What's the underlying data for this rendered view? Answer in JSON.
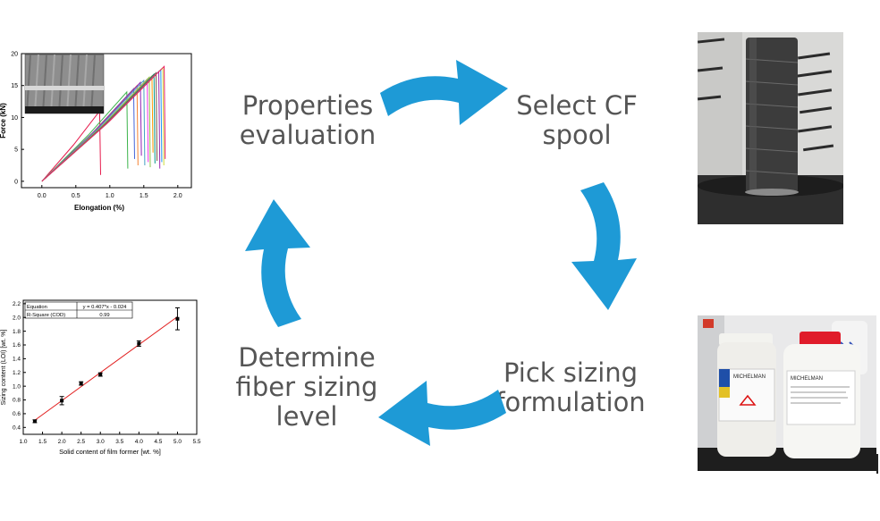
{
  "steps": {
    "properties_evaluation": [
      "Properties",
      "evaluation"
    ],
    "select_cf_spool": [
      "Select CF",
      "spool"
    ],
    "pick_sizing": [
      "Pick sizing",
      "formulation"
    ],
    "determine_level": [
      "Determine",
      "fiber sizing",
      "level"
    ]
  },
  "colors": {
    "arrow": "#1e9ad6",
    "step_text": "#555555",
    "fit_line": "#e11d1d"
  },
  "icons": [
    "curved-arrow-icon"
  ],
  "photos": {
    "bottle_label_left": "MICHELMAN",
    "bottle_label_right": "MICHELMAN"
  },
  "chart_data": [
    {
      "type": "line",
      "title": "",
      "xlabel": "Elongation (%)",
      "ylabel": "Force (kN)",
      "xlim": [
        -0.3,
        2.2
      ],
      "ylim": [
        -1,
        20
      ],
      "x_ticks": [
        "0.0",
        "0.5",
        "1.0",
        "1.5",
        "2.0"
      ],
      "y_ticks": [
        "0",
        "5",
        "10",
        "15",
        "20"
      ],
      "grid": false,
      "inset": "SEM micrograph (top-left)",
      "series_summary": "about 15 overlaid tensile curves rising linearly from (0,0) to peak force 13-18 kN at 1.2-1.8 % elongation, then dropping",
      "series": [
        {
          "name": "",
          "peak_x": 0.85,
          "peak_y": 11.0,
          "drop_y": 1.0
        },
        {
          "name": "",
          "peak_x": 1.25,
          "peak_y": 14.0,
          "drop_y": 2.0
        },
        {
          "name": "",
          "peak_x": 1.35,
          "peak_y": 14.5,
          "drop_y": 3.5
        },
        {
          "name": "",
          "peak_x": 1.4,
          "peak_y": 15.0,
          "drop_y": 2.5
        },
        {
          "name": "",
          "peak_x": 1.45,
          "peak_y": 15.5,
          "drop_y": 4.0
        },
        {
          "name": "",
          "peak_x": 1.5,
          "peak_y": 15.8,
          "drop_y": 2.5
        },
        {
          "name": "",
          "peak_x": 1.55,
          "peak_y": 16.0,
          "drop_y": 3.0
        },
        {
          "name": "",
          "peak_x": 1.58,
          "peak_y": 16.3,
          "drop_y": 2.2
        },
        {
          "name": "",
          "peak_x": 1.62,
          "peak_y": 16.5,
          "drop_y": 4.5
        },
        {
          "name": "",
          "peak_x": 1.65,
          "peak_y": 16.8,
          "drop_y": 2.8
        },
        {
          "name": "",
          "peak_x": 1.68,
          "peak_y": 17.0,
          "drop_y": 3.2
        },
        {
          "name": "",
          "peak_x": 1.72,
          "peak_y": 17.2,
          "drop_y": 2.0
        },
        {
          "name": "",
          "peak_x": 1.75,
          "peak_y": 17.5,
          "drop_y": 3.0
        },
        {
          "name": "",
          "peak_x": 1.78,
          "peak_y": 17.8,
          "drop_y": 2.5
        },
        {
          "name": "",
          "peak_x": 1.8,
          "peak_y": 18.0,
          "drop_y": 3.5
        }
      ]
    },
    {
      "type": "scatter",
      "title": "",
      "xlabel": "Solid content of film former [wt. %]",
      "ylabel": "Sizing content (LOI) [wt. %]",
      "xlim": [
        1.0,
        5.5
      ],
      "ylim": [
        0.3,
        2.25
      ],
      "x_ticks": [
        "1.0",
        "1.5",
        "2.0",
        "2.5",
        "3.0",
        "3.5",
        "4.0",
        "4.5",
        "5.0",
        "5.5"
      ],
      "y_ticks": [
        "0.4",
        "0.6",
        "0.8",
        "1.0",
        "1.2",
        "1.4",
        "1.6",
        "1.8",
        "2.0",
        "2.2"
      ],
      "grid": false,
      "points": [
        {
          "x": 1.3,
          "y": 0.49,
          "err": 0.02
        },
        {
          "x": 2.0,
          "y": 0.79,
          "err": 0.06
        },
        {
          "x": 2.5,
          "y": 1.04,
          "err": 0.025
        },
        {
          "x": 3.0,
          "y": 1.17,
          "err": 0.025
        },
        {
          "x": 4.0,
          "y": 1.62,
          "err": 0.04
        },
        {
          "x": 5.0,
          "y": 1.98,
          "err": 0.16
        }
      ],
      "fit": {
        "slope": 0.407,
        "intercept": -0.024,
        "x_range": [
          1.3,
          5.0
        ]
      },
      "stats_table": {
        "rows": [
          {
            "label": "Equation",
            "value": "y = 0.407*x - 0.024"
          },
          {
            "label": "R-Square (COD)",
            "value": "0.99"
          }
        ]
      }
    }
  ]
}
